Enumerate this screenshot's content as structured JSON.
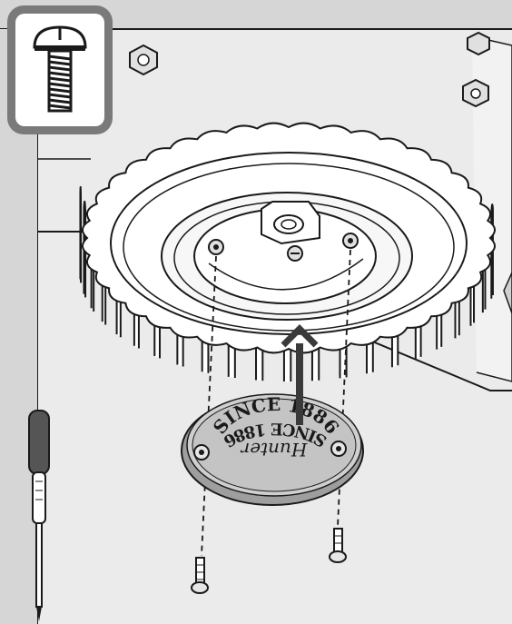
{
  "diagram": {
    "step_icon": "machine-screw-icon",
    "tool": "screwdriver-icon",
    "action": "arrow-up-icon",
    "colors": {
      "frame": "#7a7a7a",
      "wall": "#d6d6d6",
      "background": "#ebebeb",
      "line": "#1a1a1a",
      "cap": "#bdbdbd",
      "arrow": "#3a3a3a"
    }
  },
  "cap": {
    "text_top": "SINCE 1886",
    "text_bottom": "SINCE 1886",
    "brand": "Hunter"
  }
}
